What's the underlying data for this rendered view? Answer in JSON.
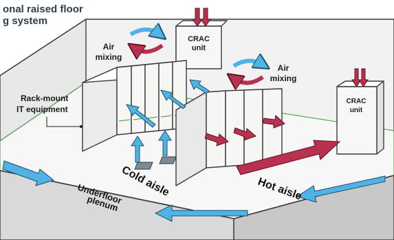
{
  "title": {
    "line1": "onal raised floor",
    "line2": "g system"
  },
  "labels": {
    "air_mixing_left": {
      "line1": "Air",
      "line2": "mixing"
    },
    "air_mixing_right": {
      "line1": "Air",
      "line2": "mixing"
    },
    "crac_center": {
      "line1": "CRAC",
      "line2": "unit"
    },
    "crac_right": {
      "line1": "CRAC",
      "line2": "unit"
    },
    "rack_mount": {
      "line1": "Rack-mount",
      "line2": "IT equipment"
    },
    "cold_aisle": "Cold aisle",
    "hot_aisle": "Hot aisle",
    "underfloor": {
      "line1": "Underfloor",
      "line2": "plenum"
    }
  },
  "colors": {
    "cold_air": "#4fb3e3",
    "hot_air": "#b8324f",
    "rack_face": "#f5f5f3",
    "floor_edge": "#5fa55a"
  },
  "icons": [
    "cold-air-arrow-icon",
    "hot-air-arrow-icon",
    "air-mixing-cycle-icon"
  ]
}
